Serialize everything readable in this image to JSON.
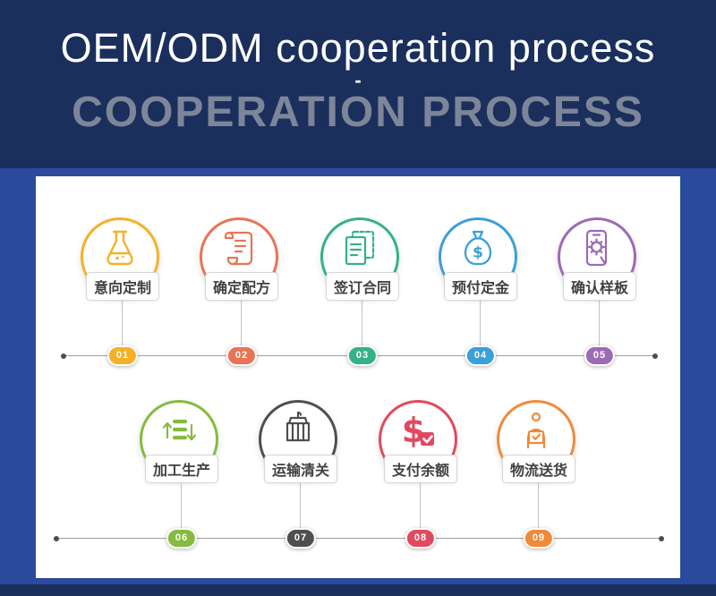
{
  "header": {
    "title": "OEM/ODM cooperation process",
    "divider": "-",
    "subtitle": "COOPERATION PROCESS"
  },
  "colors": {
    "page_bg": "#2a4a9e",
    "header_bg": "#1b2f5d",
    "card_bg": "#ffffff",
    "subtitle_text": "#7d8698",
    "timeline_line": "#9e9e9e"
  },
  "steps": [
    {
      "number": "01",
      "label": "意向定制",
      "icon": "flask-icon",
      "color": "#f5b126"
    },
    {
      "number": "02",
      "label": "确定配方",
      "icon": "recipe-scroll-icon",
      "color": "#ea7355"
    },
    {
      "number": "03",
      "label": "签订合同",
      "icon": "contract-document-icon",
      "color": "#34b286"
    },
    {
      "number": "04",
      "label": "预付定金",
      "icon": "money-bag-icon",
      "color": "#3b9fd9"
    },
    {
      "number": "05",
      "label": "确认样板",
      "icon": "phone-gear-icon",
      "color": "#9c6bb4"
    },
    {
      "number": "06",
      "label": "加工生产",
      "icon": "production-arrows-icon",
      "color": "#86bb3f"
    },
    {
      "number": "07",
      "label": "运输清关",
      "icon": "cargo-crane-icon",
      "color": "#4f4f4f"
    },
    {
      "number": "08",
      "label": "支付余额",
      "icon": "dollar-check-icon",
      "color": "#e2495f"
    },
    {
      "number": "09",
      "label": "物流送货",
      "icon": "delivery-person-icon",
      "color": "#f08a3a"
    }
  ]
}
